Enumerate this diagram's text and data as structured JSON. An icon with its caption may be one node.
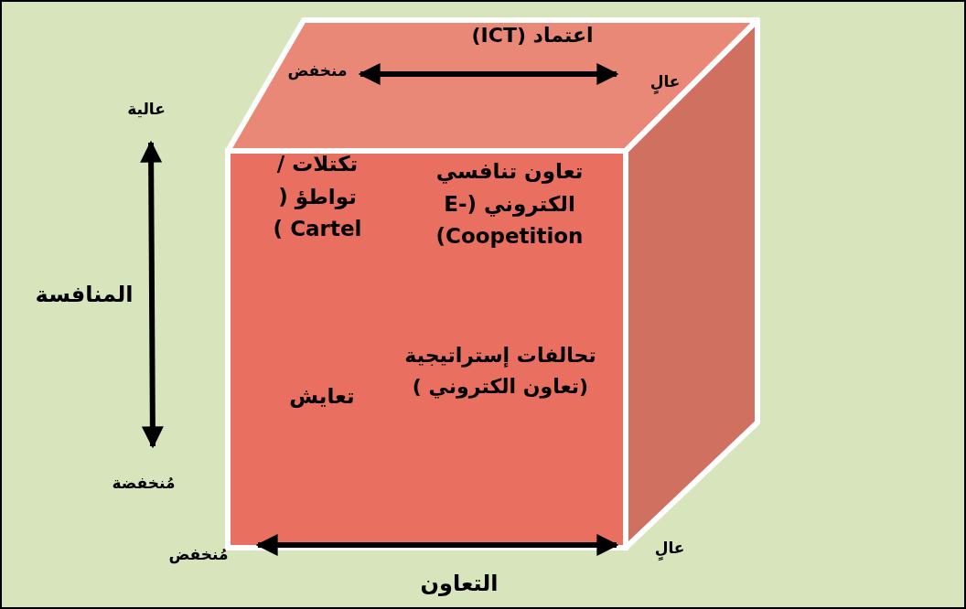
{
  "diagram": {
    "labels": [
      "اعتماد (ICT)",
      "منخفض",
      "عالٍ",
      "عالية",
      "تكتلات / تواطؤ ( Cartel )",
      "تعاون تنافسي الكتروني (E- Coopetition)",
      "المنافسة",
      "تحالفات إستراتيجية (تعاون الكتروني )",
      "تعايش",
      "مُنخفضة",
      "مُنخفض",
      "عالٍ",
      "التعاون"
    ]
  }
}
